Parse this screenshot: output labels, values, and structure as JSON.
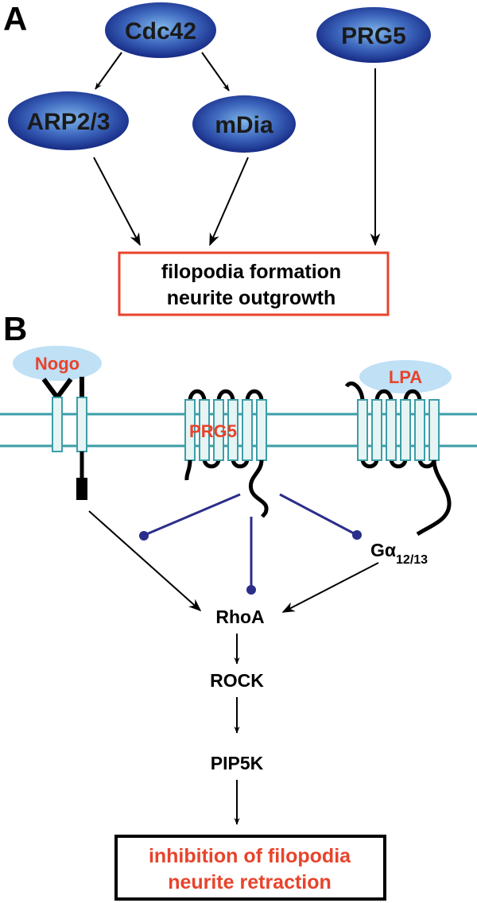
{
  "panel_a": {
    "letter": "A",
    "nodes": {
      "cdc42": "Cdc42",
      "prg5": "PRG5",
      "arp23": "ARP2/3",
      "mdia": "mDia"
    },
    "outcome_line1": "filopodia formation",
    "outcome_line2": "neurite outgrowth"
  },
  "panel_b": {
    "letter": "B",
    "receptors": {
      "nogo": "Nogo",
      "prg5": "PRG5",
      "lpa": "LPA"
    },
    "g_protein": {
      "symbol": "Gα",
      "subscript": "12/13"
    },
    "cascade": [
      "RhoA",
      "ROCK",
      "PIP5K"
    ],
    "outcome_line1": "inhibition of filopodia",
    "outcome_line2": "neurite retraction"
  },
  "colors": {
    "oval_dark": "#1a2f8a",
    "oval_light": "#5b9ad8",
    "membrane": "#3b9ea8",
    "membrane_fill": "#e6f4f4",
    "red": "#e8432b",
    "inhibit_line": "#2b2e8a",
    "ligand_bubble": "#bfe0f5"
  }
}
